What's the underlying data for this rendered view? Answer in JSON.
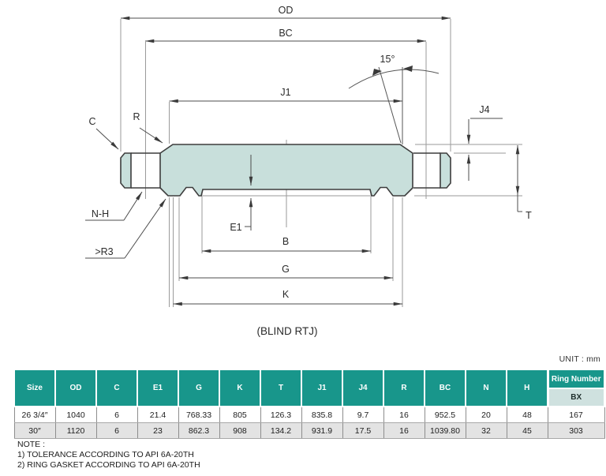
{
  "drawing": {
    "caption": "(BLIND RTJ)",
    "angle_label": "15°",
    "labels": {
      "od": "OD",
      "bc": "BC",
      "j1": "J1",
      "j4": "J4",
      "c": "C",
      "r": "R",
      "nh": "N-H",
      "r3": ">R3",
      "e1": "E1",
      "b": "B",
      "g": "G",
      "k": "K",
      "t": "T"
    },
    "colors": {
      "flange_fill": "#c8dfdb",
      "outline": "#3d3d3d"
    }
  },
  "unit_label": "UNIT : mm",
  "table": {
    "headers": [
      "Size",
      "OD",
      "C",
      "E1",
      "G",
      "K",
      "T",
      "J1",
      "J4",
      "R",
      "BC",
      "N",
      "H"
    ],
    "ring_header": "Ring Number",
    "ring_sub_header": "BX",
    "rows": [
      {
        "cells": [
          "26 3/4″",
          "1040",
          "6",
          "21.4",
          "768.33",
          "805",
          "126.3",
          "835.8",
          "9.7",
          "16",
          "952.5",
          "20",
          "48",
          "167"
        ]
      },
      {
        "cells": [
          "30″",
          "1120",
          "6",
          "23",
          "862.3",
          "908",
          "134.2",
          "931.9",
          "17.5",
          "16",
          "1039.80",
          "32",
          "45",
          "303"
        ]
      }
    ],
    "header_bg": "#18968b",
    "subheader_bg": "#cfe1df",
    "alt_row_bg": "#e3e3e3"
  },
  "notes": {
    "title": "NOTE :",
    "items": [
      "1) TOLERANCE ACCORDING TO API 6A-20TH",
      "2) RING GASKET ACCORDING TO API 6A-20TH"
    ]
  }
}
